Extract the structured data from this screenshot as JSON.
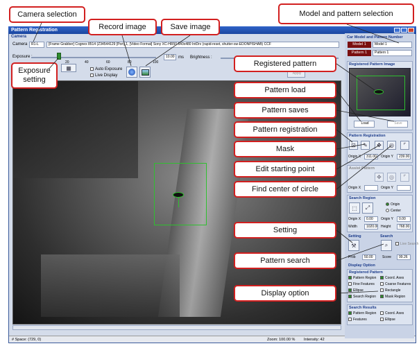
{
  "window": {
    "title": "Pattern Registration"
  },
  "camera": {
    "group_label": "Camera",
    "camera_label": "Camera",
    "camera_value": "R1-L",
    "description": "[Frame Grabber] Cognex 8514 (Z34544129 [Port] 1, [Video Format] Sony XC-HR50 640x480 IntDrv (rapid-reset, shutter-sw-EDONPISHAB) CCF"
  },
  "exposure": {
    "label": "Exposure :",
    "ticks": [
      "20",
      "40",
      "60",
      "80",
      "100"
    ],
    "value": "10.00",
    "unit": "ms",
    "auto_label": "Auto Exposure",
    "live_label": "Live Display",
    "brightness_label": "Brightness :"
  },
  "apply_label": "Apply",
  "side": {
    "car_model_group": "Car Model and Pattern Number",
    "model_label": "Model 1",
    "model_value": "Model 1",
    "pattern_label": "Pattern 1",
    "pattern_value": "Pattern 1",
    "registered_image_group": "Registered Pattern Image",
    "load_label": "Load",
    "save_label": "Save",
    "pattern_reg_group": "Pattern Registration",
    "origin_x_label": "Origin X",
    "origin_x": "311.00",
    "origin_y_label": "Origin Y",
    "origin_y": "239.00",
    "assist_group": "Assist Pattern",
    "origin_x2_label": "Origin X",
    "origin_y2_label": "Origin Y",
    "search_region_group": "Search Region",
    "opt_origin": "Origin",
    "opt_center": "Center",
    "sr_origin_x_label": "Origin X",
    "sr_origin_x": "0.00",
    "sr_origin_y_label": "Origin Y",
    "sr_origin_y": "0.00",
    "width_label": "Width",
    "width": "1020.00",
    "height_label": "Height",
    "height": "768.00",
    "setting_label": "Setting",
    "search_label": "Search",
    "live_search_label": "Live Search",
    "prob_label": "Prob",
    "prob": "50.00",
    "score_label": "Score",
    "score": "99.26",
    "display_group": "Display Option",
    "reg_pattern_group": "Registered Pattern",
    "reg_opts": [
      {
        "label": "Pattern Region",
        "checked": true
      },
      {
        "label": "Coord. Axes",
        "checked": true
      },
      {
        "label": "Fine Features",
        "checked": false
      },
      {
        "label": "Coarse Features",
        "checked": false
      },
      {
        "label": "Ellipse",
        "checked": true
      },
      {
        "label": "Rectangle",
        "checked": false
      },
      {
        "label": "Search Region",
        "checked": true
      },
      {
        "label": "Mask Region",
        "checked": true
      }
    ],
    "search_results_group": "Search Results",
    "res_opts": [
      {
        "label": "Pattern Region",
        "checked": true
      },
      {
        "label": "Coord. Axes",
        "checked": false
      },
      {
        "label": "Features",
        "checked": false
      },
      {
        "label": "Ellipse",
        "checked": false
      }
    ]
  },
  "status": {
    "space": "# Space: (729, 0)",
    "zoom": "Zoom: 100.00 %",
    "intensity": "Intensity: 42"
  },
  "callouts": {
    "camera_selection": "Camera selection",
    "record_image": "Record image",
    "save_image": "Save image",
    "model_pattern_selection": "Model and pattern selection",
    "exposure_setting": "Exposure setting",
    "registered_pattern": "Registered pattern",
    "pattern_load": "Pattern load",
    "pattern_saves": "Pattern saves",
    "pattern_registration": "Pattern registration",
    "mask": "Mask",
    "edit_starting_point": "Edit starting point",
    "find_center_of_circle": "Find center of circle",
    "setting": "Setting",
    "pattern_search": "Pattern search",
    "display_option": "Display option"
  },
  "colors": {
    "callout_border": "#d21f1f",
    "accent": "#1a46a0",
    "overlay": "#2fbf2f"
  }
}
